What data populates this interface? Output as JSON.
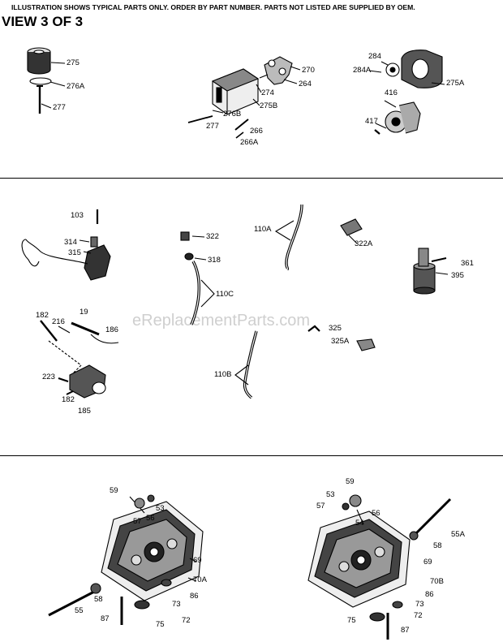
{
  "header": {
    "notice": "ILLUSTRATION SHOWS TYPICAL PARTS ONLY. ORDER BY PART NUMBER. PARTS NOT LISTED ARE SUPPLIED BY OEM.",
    "view": "VIEW 3 OF 3"
  },
  "watermark": "eReplacementParts.com",
  "labels": {
    "p275": "275",
    "p276A": "276A",
    "p277a": "277",
    "p270": "270",
    "p264": "264",
    "p274": "274",
    "p275B": "275B",
    "p276B": "276B",
    "p277b": "277",
    "p266": "266",
    "p266A": "266A",
    "p284": "284",
    "p284A": "284A",
    "p275A": "275A",
    "p416": "416",
    "p417": "417",
    "p103": "103",
    "p314": "314",
    "p315": "315",
    "p322": "322",
    "p318": "318",
    "p110C": "110C",
    "p110A": "110A",
    "p322A": "322A",
    "p361": "361",
    "p395": "395",
    "p182a": "182",
    "p216": "216",
    "p19": "19",
    "p186": "186",
    "p223": "223",
    "p182b": "182",
    "p185": "185",
    "p325": "325",
    "p325A": "325A",
    "p110B": "110B",
    "l59": "59",
    "l53": "53",
    "l57": "57",
    "l56": "56",
    "l69": "69",
    "l70A": "70A",
    "l58": "58",
    "l55": "55",
    "l87": "87",
    "l73": "73",
    "l86": "86",
    "l75": "75",
    "l72": "72",
    "r59": "59",
    "r53": "53",
    "r57": "57",
    "r56": "56",
    "r54": "54",
    "r55A": "55A",
    "r58": "58",
    "r69": "69",
    "r70B": "70B",
    "r73": "73",
    "r86": "86",
    "r72": "72",
    "r75": "75",
    "r87": "87"
  }
}
